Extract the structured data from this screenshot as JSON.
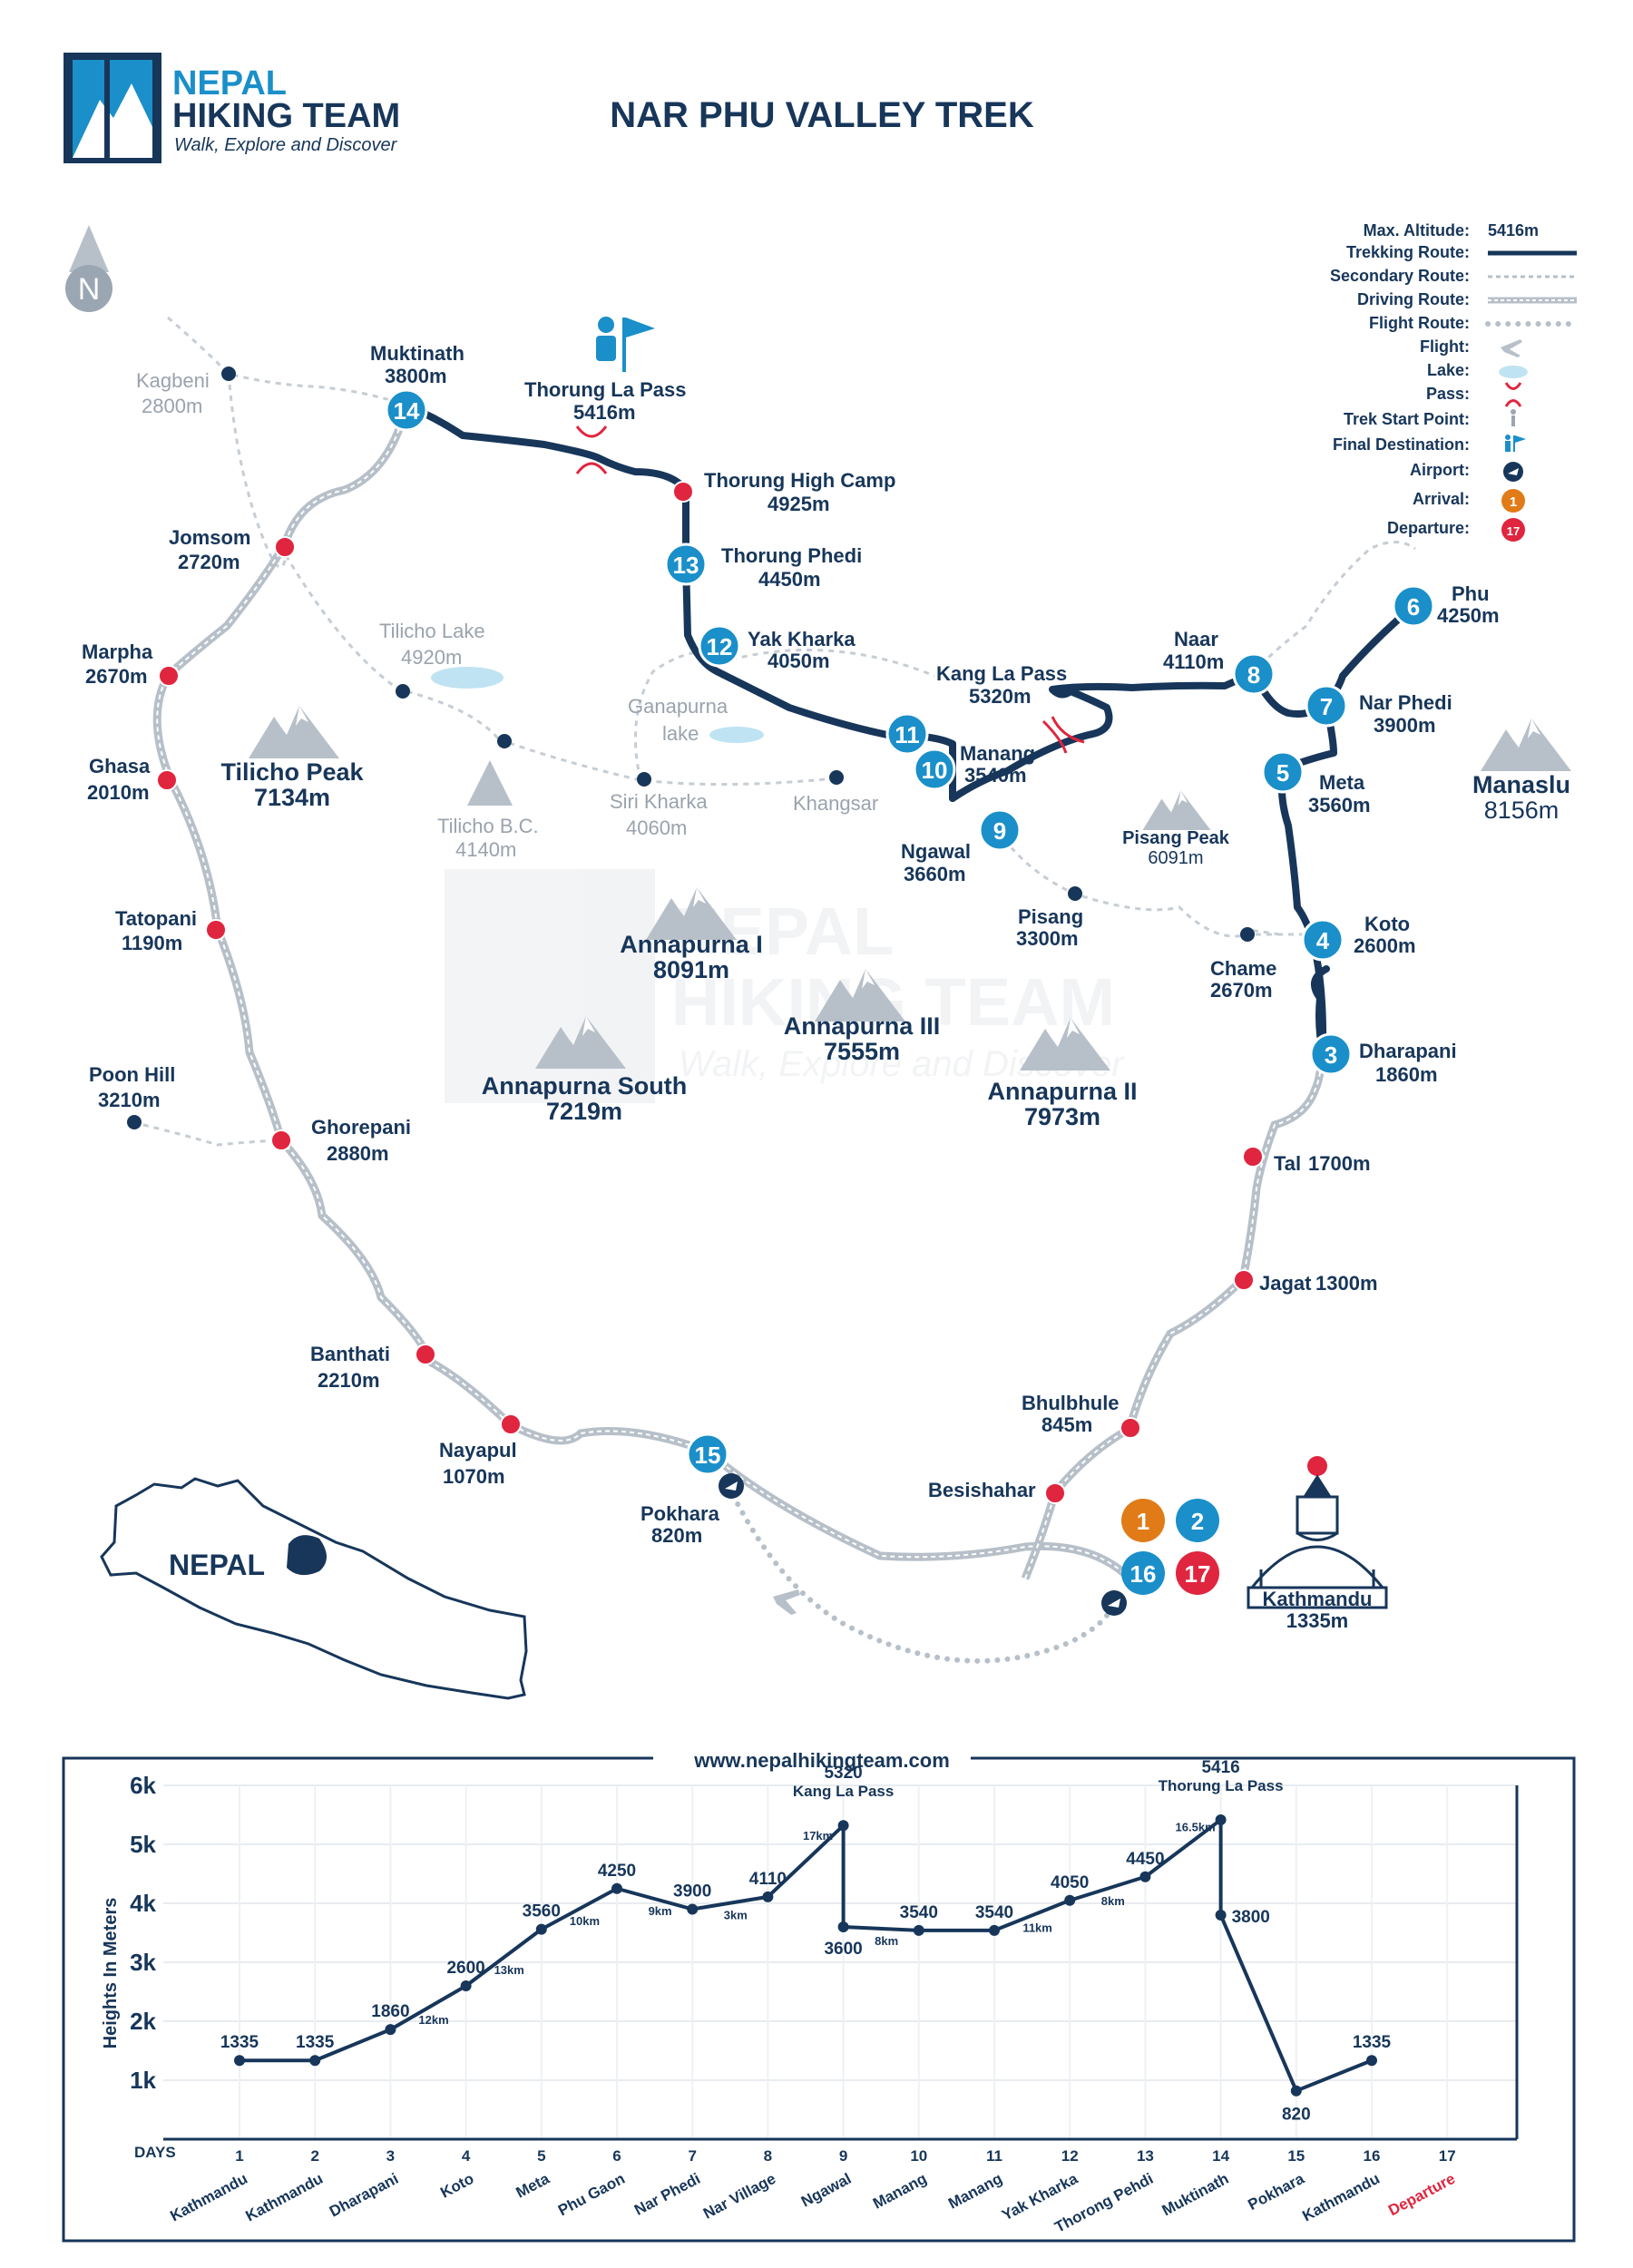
{
  "brand": {
    "line1": "NEPAL",
    "line2": "HIKING TEAM",
    "tagline": "Walk, Explore and Discover"
  },
  "title": "NAR PHU VALLEY TREK",
  "compass_letter": "N",
  "legend": [
    {
      "label": "Max. Altitude:",
      "value": "5416m",
      "symbol": "text"
    },
    {
      "label": "Trekking Route:",
      "symbol": "solid-line"
    },
    {
      "label": "Secondary Route:",
      "symbol": "dashed-line"
    },
    {
      "label": "Driving Route:",
      "symbol": "road-line"
    },
    {
      "label": "Flight Route:",
      "symbol": "dotted-line"
    },
    {
      "label": "Flight:",
      "symbol": "plane-icon"
    },
    {
      "label": "Lake:",
      "symbol": "lake-icon"
    },
    {
      "label": "Pass:",
      "symbol": "pass-icon"
    },
    {
      "label": "Trek Start Point:",
      "symbol": "hiker-icon"
    },
    {
      "label": "Final Destination:",
      "symbol": "flag-icon"
    },
    {
      "label": "Airport:",
      "symbol": "airport-icon"
    },
    {
      "label": "Arrival:",
      "symbol": "orange-badge",
      "value": "1"
    },
    {
      "label": "Departure:",
      "symbol": "red-badge",
      "value": "17"
    }
  ],
  "places": {
    "kagbeni": {
      "name": "Kagbeni",
      "alt": "2800m"
    },
    "muktinath": {
      "name": "Muktinath",
      "alt": "3800m"
    },
    "thorung_la": {
      "name": "Thorung La Pass",
      "alt": "5416m"
    },
    "high_camp": {
      "name": "Thorung High Camp",
      "alt": "4925m"
    },
    "thorung_phedi": {
      "name": "Thorung Phedi",
      "alt": "4450m"
    },
    "yak_kharka": {
      "name": "Yak Kharka",
      "alt": "4050m"
    },
    "jomsom": {
      "name": "Jomsom",
      "alt": "2720m"
    },
    "marpha": {
      "name": "Marpha",
      "alt": "2670m"
    },
    "ghasa": {
      "name": "Ghasa",
      "alt": "2010m"
    },
    "tatopani": {
      "name": "Tatopani",
      "alt": "1190m"
    },
    "poon_hill": {
      "name": "Poon Hill",
      "alt": "3210m"
    },
    "ghorepani": {
      "name": "Ghorepani",
      "alt": "2880m"
    },
    "banthati": {
      "name": "Banthati",
      "alt": "2210m"
    },
    "nayapul": {
      "name": "Nayapul",
      "alt": "1070m"
    },
    "pokhara": {
      "name": "Pokhara",
      "alt": "820m"
    },
    "tilicho_lake": {
      "name": "Tilicho Lake",
      "alt": "4920m"
    },
    "tilicho_bc": {
      "name": "Tilicho B.C.",
      "alt": "4140m"
    },
    "siri_kharka": {
      "name": "Siri Kharka",
      "alt": "4060m"
    },
    "ganapurna": {
      "name": "Ganapurna",
      "alt": "lake"
    },
    "khangsar": {
      "name": "Khangsar"
    },
    "kang_la": {
      "name": "Kang La Pass",
      "alt": "5320m"
    },
    "manang": {
      "name": "Manang",
      "alt": "3540m"
    },
    "ngawal": {
      "name": "Ngawal",
      "alt": "3660m"
    },
    "pisang": {
      "name": "Pisang",
      "alt": "3300m"
    },
    "naar": {
      "name": "Naar",
      "alt": "4110m"
    },
    "phu": {
      "name": "Phu",
      "alt": "4250m"
    },
    "nar_phedi": {
      "name": "Nar Phedi",
      "alt": "3900m"
    },
    "meta": {
      "name": "Meta",
      "alt": "3560m"
    },
    "koto": {
      "name": "Koto",
      "alt": "2600m"
    },
    "chame": {
      "name": "Chame",
      "alt": "2670m"
    },
    "dharapani": {
      "name": "Dharapani",
      "alt": "1860m"
    },
    "tal": {
      "name": "Tal",
      "alt": "1700m"
    },
    "jagat": {
      "name": "Jagat",
      "alt": "1300m"
    },
    "bhulbhule": {
      "name": "Bhulbhule",
      "alt": "845m"
    },
    "besishahar": {
      "name": "Besishahar"
    },
    "kathmandu": {
      "name": "Kathmandu",
      "alt": "1335m"
    }
  },
  "peaks": {
    "tilicho": {
      "name": "Tilicho Peak",
      "alt": "7134m"
    },
    "annapurna1": {
      "name": "Annapurna I",
      "alt": "8091m"
    },
    "annapurna3": {
      "name": "Annapurna III",
      "alt": "7555m"
    },
    "annapurna_south": {
      "name": "Annapurna South",
      "alt": "7219m"
    },
    "annapurna2": {
      "name": "Annapurna II",
      "alt": "7973m"
    },
    "pisang_peak": {
      "name": "Pisang Peak",
      "alt": "6091m"
    },
    "manaslu": {
      "name": "Manaslu",
      "alt": "8156m"
    }
  },
  "day_badges": {
    "d1": "1",
    "d2": "2",
    "d3": "3",
    "d4": "4",
    "d5": "5",
    "d6": "6",
    "d7": "7",
    "d8": "8",
    "d9": "9",
    "d10": "10",
    "d11": "11",
    "d12": "12",
    "d13": "13",
    "d14": "14",
    "d15": "15",
    "d16": "16",
    "d17": "17"
  },
  "inset_label": "NEPAL",
  "watermark": {
    "line1": "NEPAL",
    "line2": "HIKING TEAM",
    "tagline": "Walk, Explore and Discover"
  },
  "colors": {
    "navy": "#17365a",
    "blue": "#1a8fc9",
    "red": "#e0253f",
    "orange": "#e07b18",
    "grey": "#b7c0c9"
  },
  "chart_data": {
    "type": "line",
    "title": "www.nepalhikingteam.com",
    "ylabel": "Heights In Meters",
    "xlabel": "DAYS",
    "ylim": [
      0,
      6000
    ],
    "yticks": [
      "1k",
      "2k",
      "3k",
      "4k",
      "5k",
      "6k"
    ],
    "ytick_values": [
      1000,
      2000,
      3000,
      4000,
      5000,
      6000
    ],
    "x_days": [
      "1",
      "2",
      "3",
      "4",
      "5",
      "6",
      "7",
      "8",
      "9",
      "10",
      "11",
      "12",
      "13",
      "14",
      "15",
      "16",
      "17"
    ],
    "day_names": [
      "Kathmandu",
      "Kathmandu",
      "Dharapani",
      "Koto",
      "Meta",
      "Phu Gaon",
      "Nar Phedi",
      "Nar Village",
      "Ngawal",
      "Manang",
      "Manang",
      "Yak Kharka",
      "Thorong Pehdi",
      "Muktinath",
      "Pokhara",
      "Kathmandu",
      "Departure"
    ],
    "points": [
      {
        "x": 1,
        "y": 1335,
        "label": "1335"
      },
      {
        "x": 2,
        "y": 1335,
        "label": "1335"
      },
      {
        "x": 3,
        "y": 1860,
        "label": "1860"
      },
      {
        "x": 4,
        "y": 2600,
        "label": "2600"
      },
      {
        "x": 5,
        "y": 3560,
        "label": "3560"
      },
      {
        "x": 6,
        "y": 4250,
        "label": "4250"
      },
      {
        "x": 7,
        "y": 3900,
        "label": "3900"
      },
      {
        "x": 8,
        "y": 4110,
        "label": "4110"
      },
      {
        "x": 9,
        "y": 5320,
        "label": "5320"
      },
      {
        "x": 9,
        "y": 3600,
        "label": "3600"
      },
      {
        "x": 10,
        "y": 3540,
        "label": "3540"
      },
      {
        "x": 11,
        "y": 3540,
        "label": "3540"
      },
      {
        "x": 12,
        "y": 4050,
        "label": "4050"
      },
      {
        "x": 13,
        "y": 4450,
        "label": "4450"
      },
      {
        "x": 14,
        "y": 5416,
        "label": "5416"
      },
      {
        "x": 14,
        "y": 3800,
        "label": "3800"
      },
      {
        "x": 15,
        "y": 820,
        "label": "820"
      },
      {
        "x": 16,
        "y": 1335,
        "label": "1335"
      }
    ],
    "annotations": [
      {
        "x": 9,
        "y": 5320,
        "text": "Kang La Pass"
      },
      {
        "x": 14,
        "y": 5416,
        "text": "Thorung La Pass"
      }
    ],
    "segment_distances": [
      {
        "from": 3,
        "to": 4,
        "text": "12km"
      },
      {
        "from": 4,
        "to": 5,
        "text": "13km"
      },
      {
        "from": 5,
        "to": 6,
        "text": "10km"
      },
      {
        "from": 6,
        "to": 7,
        "text": "9km"
      },
      {
        "from": 7,
        "to": 8,
        "text": "3km"
      },
      {
        "from": 9,
        "to": 9,
        "text": "17km"
      },
      {
        "from": 9,
        "to": 10,
        "text": "8km"
      },
      {
        "from": 11,
        "to": 12,
        "text": "11km"
      },
      {
        "from": 12,
        "to": 13,
        "text": "8km"
      },
      {
        "from": 14,
        "to": 14,
        "text": "16.5km"
      }
    ]
  }
}
